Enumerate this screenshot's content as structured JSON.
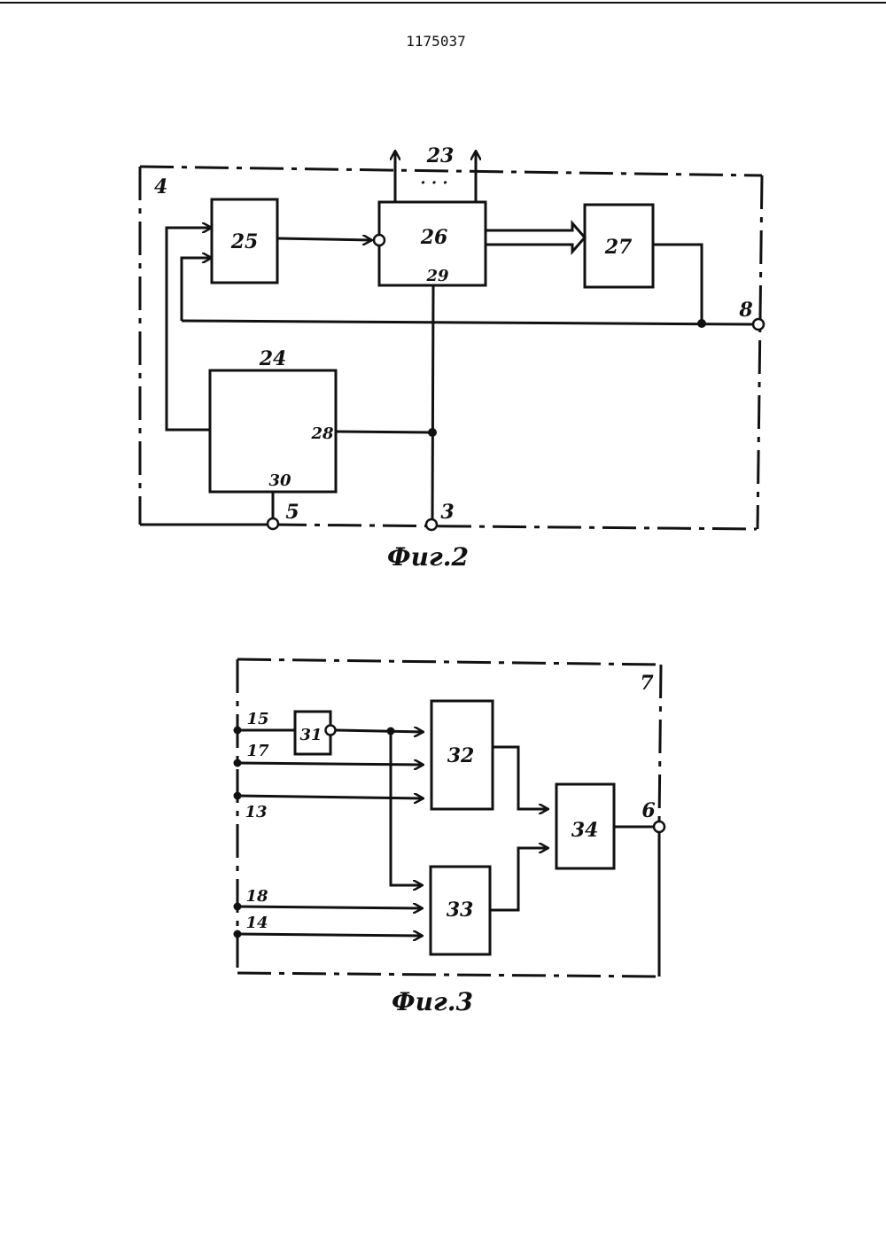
{
  "page_number": "1175037",
  "fig2": {
    "caption": "Фиг.2",
    "frame_label": "4",
    "blocks": {
      "b25": "25",
      "b26": "26",
      "b27": "27",
      "b24": "24"
    },
    "outputs_label": "23",
    "outputs_dots": "· · ·",
    "pins": {
      "p29": "29",
      "p28": "28",
      "p30": "30"
    },
    "terminals": {
      "t8": "8",
      "t5": "5",
      "t3": "3"
    }
  },
  "fig3": {
    "caption": "Фиг.3",
    "frame_label": "7",
    "blocks": {
      "b31": "31",
      "b32": "32",
      "b33": "33",
      "b34": "34"
    },
    "inputs": {
      "i15": "15",
      "i17": "17",
      "i13": "13",
      "i18": "18",
      "i14": "14"
    },
    "terminals": {
      "t6": "6"
    }
  }
}
